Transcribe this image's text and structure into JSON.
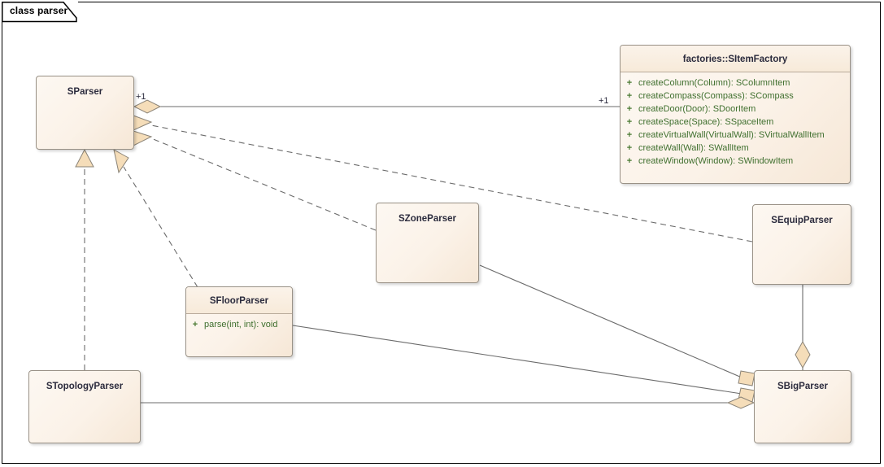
{
  "frame": {
    "tab_label": "class parser"
  },
  "palette": {
    "class_fill_light": "#fdf8f2",
    "class_fill_dark": "#f6e7d6",
    "class_border": "#999186",
    "class_title_color": "#2b2b3d",
    "member_color": "#3f6f2e",
    "visibility_color": "#4a7a33",
    "connector_color": "#6b6b6b",
    "arrow_fill": "#f5ddb9",
    "frame_border": "#000000"
  },
  "classes": {
    "sparser": {
      "name": "SParser"
    },
    "item_factory": {
      "name": "factories::SItemFactory",
      "operations": [
        {
          "visibility": "+",
          "signature": "createColumn(Column): SColumnItem"
        },
        {
          "visibility": "+",
          "signature": "createCompass(Compass): SCompass"
        },
        {
          "visibility": "+",
          "signature": "createDoor(Door): SDoorItem"
        },
        {
          "visibility": "+",
          "signature": "createSpace(Space): SSpaceItem"
        },
        {
          "visibility": "+",
          "signature": "createVirtualWall(VirtualWall): SVirtualWallItem"
        },
        {
          "visibility": "+",
          "signature": "createWall(Wall): SWallItem"
        },
        {
          "visibility": "+",
          "signature": "createWindow(Window): SWindowItem"
        }
      ]
    },
    "szoneparser": {
      "name": "SZoneParser"
    },
    "sequipparser": {
      "name": "SEquipParser"
    },
    "sfloorparser": {
      "name": "SFloorParser",
      "operations": [
        {
          "visibility": "+",
          "signature": "parse(int, int): void"
        }
      ]
    },
    "stopologyparser": {
      "name": "STopologyParser"
    },
    "sbigparser": {
      "name": "SBigParser"
    }
  },
  "edge_labels": {
    "sparser_multiplicity": "+1",
    "factory_multiplicity": "+1"
  },
  "relationships": [
    {
      "name": "sparser-aggregates-itemfactory",
      "type": "aggregation",
      "from": "SParser",
      "to": "factories::SItemFactory",
      "source_multiplicity": "+1",
      "target_multiplicity": "+1"
    },
    {
      "name": "szoneparser-realizes-sparser",
      "type": "realization",
      "from": "SZoneParser",
      "to": "SParser"
    },
    {
      "name": "sequipparser-realizes-sparser",
      "type": "realization",
      "from": "SEquipParser",
      "to": "SParser"
    },
    {
      "name": "stopologyparser-realizes-sparser",
      "type": "realization",
      "from": "STopologyParser",
      "to": "SParser"
    },
    {
      "name": "sfloorparser-realizes-sparser",
      "type": "realization",
      "from": "SFloorParser",
      "to": "SParser"
    },
    {
      "name": "sbigparser-aggregates-sequipparser",
      "type": "aggregation",
      "from": "SBigParser",
      "to": "SEquipParser"
    },
    {
      "name": "sbigparser-aggregates-szoneparser",
      "type": "aggregation",
      "from": "SBigParser",
      "to": "SZoneParser"
    },
    {
      "name": "sbigparser-aggregates-sfloorparser",
      "type": "aggregation",
      "from": "SBigParser",
      "to": "SFloorParser"
    },
    {
      "name": "sbigparser-aggregates-stopologyparser",
      "type": "aggregation",
      "from": "SBigParser",
      "to": "STopologyParser"
    }
  ]
}
